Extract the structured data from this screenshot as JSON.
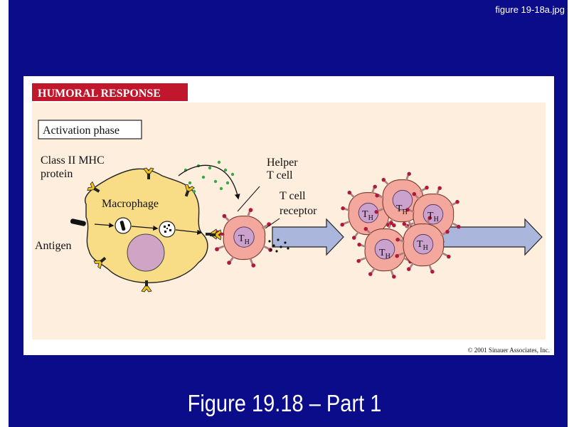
{
  "file_label": "figure 19-18a.jpg",
  "figure": {
    "section_title": "HUMORAL RESPONSE",
    "phase_label": "Activation phase",
    "labels": {
      "class2_line1": "Class II MHC",
      "class2_line2": "protein",
      "macrophage": "Macrophage",
      "antigen": "Antigen",
      "helper_line1": "Helper",
      "helper_line2": "T cell",
      "tcr_line1": "T cell",
      "tcr_line2": "receptor",
      "th_main": "T",
      "th_sub": "H"
    },
    "copyright": "© 2001 Sinauer Associates, Inc."
  },
  "slide_caption": "Figure 19.18 – Part 1",
  "colors": {
    "slide_bg": "#0a0c8a",
    "panel_bg": "#fdeede",
    "banner": "#c1172c",
    "macrophage": "#f8dc86",
    "nucleus": "#cfa4c4",
    "t_cell": "#f4a89d",
    "t_nucleus": "#caa2cd",
    "arrow": "#aab6dc",
    "mhc": "#f2c21a",
    "receptor": "#b01a3a",
    "cytokine": "#3aa84a"
  }
}
